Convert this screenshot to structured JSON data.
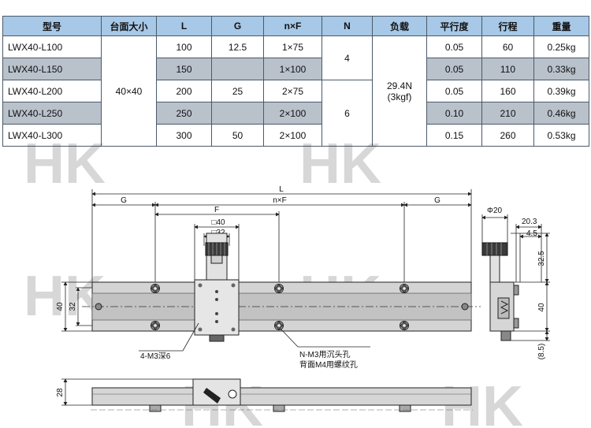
{
  "table": {
    "headers": [
      "型号",
      "台面大小",
      "L",
      "G",
      "n×F",
      "N",
      "负载",
      "平行度",
      "行程",
      "重量"
    ],
    "rows": [
      {
        "model": "LWX40-L100",
        "L": "100",
        "nF": "1×75",
        "parallel": "0.05",
        "stroke": "60",
        "weight": "0.25kg"
      },
      {
        "model": "LWX40-L150",
        "L": "150",
        "nF": "1×100",
        "parallel": "0.05",
        "stroke": "110",
        "weight": "0.33kg"
      },
      {
        "model": "LWX40-L200",
        "L": "200",
        "nF": "2×75",
        "parallel": "0.05",
        "stroke": "160",
        "weight": "0.39kg"
      },
      {
        "model": "LWX40-L250",
        "L": "250",
        "nF": "2×100",
        "parallel": "0.10",
        "stroke": "210",
        "weight": "0.46kg"
      },
      {
        "model": "LWX40-L300",
        "L": "300",
        "nF": "2×100",
        "parallel": "0.15",
        "stroke": "260",
        "weight": "0.53kg"
      }
    ],
    "table_size": "40×40",
    "G_values": [
      "12.5",
      "25",
      "50"
    ],
    "N_values": [
      "4",
      "6"
    ],
    "load_line1": "29.4N",
    "load_line2": "(3kgf)"
  },
  "drawing": {
    "dim_L": "L",
    "dim_G_left": "G",
    "dim_nF": "n×F",
    "dim_G_right": "G",
    "dim_F": "F",
    "dim_sq40": "□40",
    "dim_sq32": "□32",
    "dim_40": "40",
    "dim_32": "32",
    "dim_28": "28",
    "note_m3": "4-M3深6",
    "note_nm3_line1": "N-M3用沉头孔",
    "note_nm3_line2": "背面M4用螺纹孔",
    "side_phi20": "Φ20",
    "side_20_3": "20.3",
    "side_4_5": "4.5",
    "side_32_5": "32.5",
    "side_40": "40",
    "side_8_5": "(8.5)"
  },
  "watermark": {
    "text": "HK",
    "color": "#2e9e4a"
  }
}
